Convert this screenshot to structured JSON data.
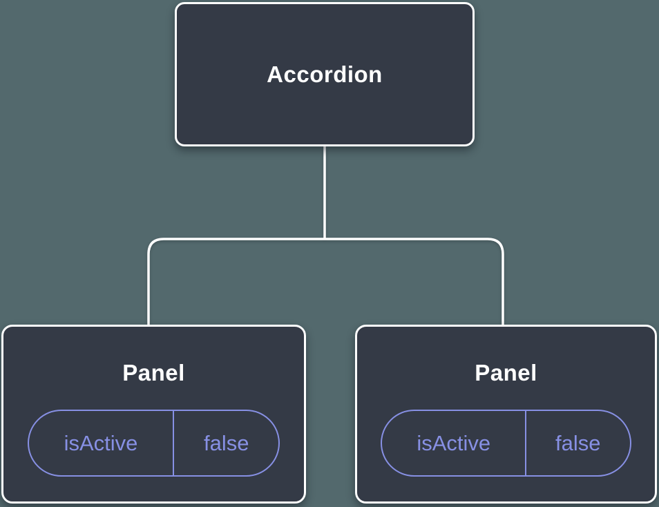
{
  "diagram": {
    "type": "component-tree",
    "root": {
      "label": "Accordion"
    },
    "children": [
      {
        "label": "Panel",
        "state": {
          "name": "isActive",
          "value": "false"
        }
      },
      {
        "label": "Panel",
        "state": {
          "name": "isActive",
          "value": "false"
        }
      }
    ],
    "colors": {
      "background": "#53696d",
      "node_fill": "#343a46",
      "node_border": "#ffffff",
      "node_text": "#ffffff",
      "state_accent": "#8790e4",
      "connector": "#ffffff"
    }
  }
}
